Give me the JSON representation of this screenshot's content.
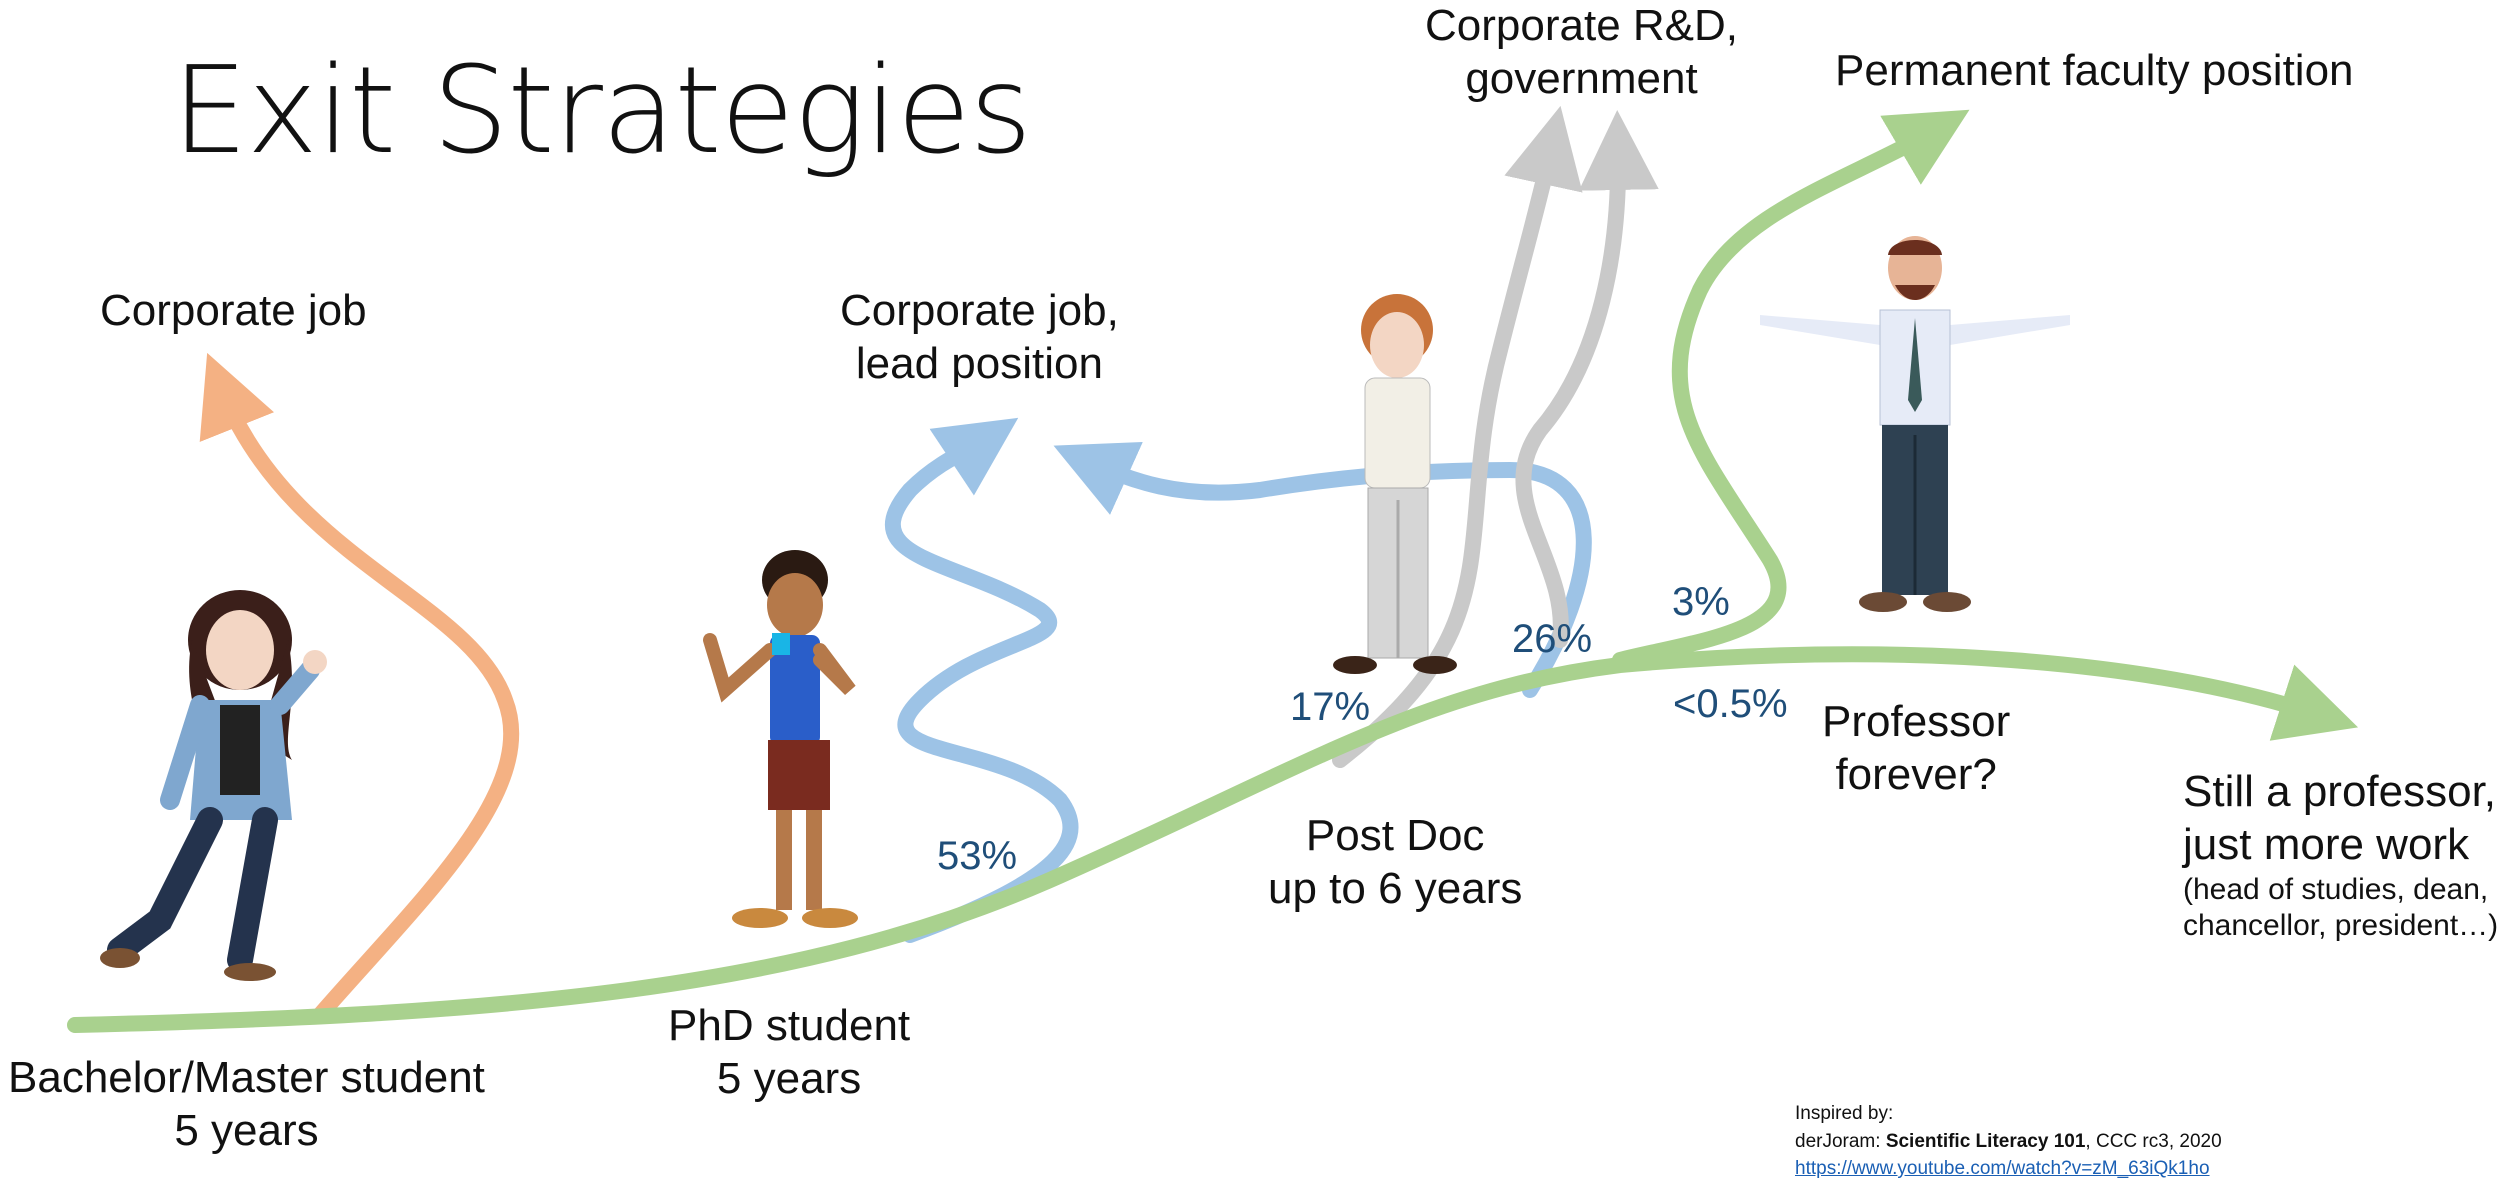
{
  "title": "Exit Strategies",
  "labels": {
    "corporate_job": "Corporate job",
    "corporate_lead_line1": "Corporate job,",
    "corporate_lead_line2": "lead position",
    "corporate_rd_line1": "Corporate R&D,",
    "corporate_rd_line2": "government",
    "permanent_faculty": "Permanent faculty position",
    "bachelor_line1": "Bachelor/Master student",
    "bachelor_line2": "5 years",
    "phd_line1": "PhD student",
    "phd_line2": "5 years",
    "postdoc_line1": "Post Doc",
    "postdoc_line2": "up to 6 years",
    "professor_line1": "Professor",
    "professor_line2": "forever?",
    "still_prof_line1": "Still a professor,",
    "still_prof_line2": "just more work",
    "still_prof_line3": "(head of studies, dean,",
    "still_prof_line4": "chancellor, president…)"
  },
  "percentages": {
    "phd_to_corporate": "53%",
    "postdoc_to_rd": "17%",
    "postdoc_to_lead": "26%",
    "to_faculty": "3%",
    "still_professor": "<0.5%"
  },
  "credit": {
    "line1": "Inspired by:",
    "author": "derJoram: ",
    "work": "Scientific Literacy 101",
    "rest": ", CCC rc3, 2020",
    "link": "https://www.youtube.com/watch?v=zM_63iQk1ho"
  },
  "colors": {
    "main_path": "#a9d18e",
    "bachelor_exit": "#f4b183",
    "phd_exit": "#9dc3e6",
    "rd_exit": "#c9c9c9",
    "percent_text": "#1f4e79"
  }
}
